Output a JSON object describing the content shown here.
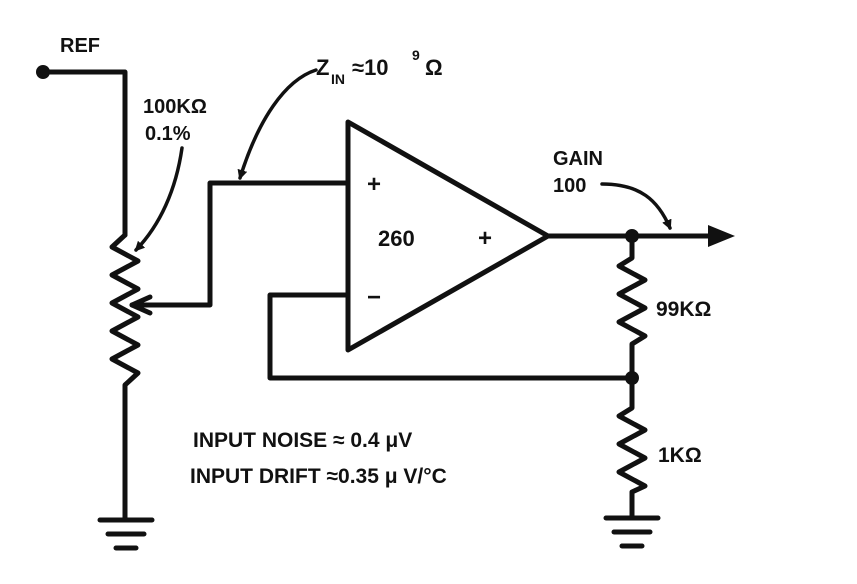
{
  "labels": {
    "ref": "REF",
    "pot_value": "100KΩ",
    "pot_tolerance": "0.1%",
    "zin_main": "Z",
    "zin_sub": "IN",
    "zin_approx": "≈10",
    "zin_exp": "9",
    "zin_unit": "Ω",
    "amp_model": "260",
    "amp_inplus": "+",
    "amp_inminus": "−",
    "amp_out_sign": "+",
    "gain_label": "GAIN",
    "gain_value": "100",
    "r_feedback": "99KΩ",
    "r_ground": "1KΩ",
    "noise_spec": "INPUT  NOISE ≈ 0.4 μV",
    "drift_spec": "INPUT  DRIFT ≈0.35 μ V/°C"
  }
}
